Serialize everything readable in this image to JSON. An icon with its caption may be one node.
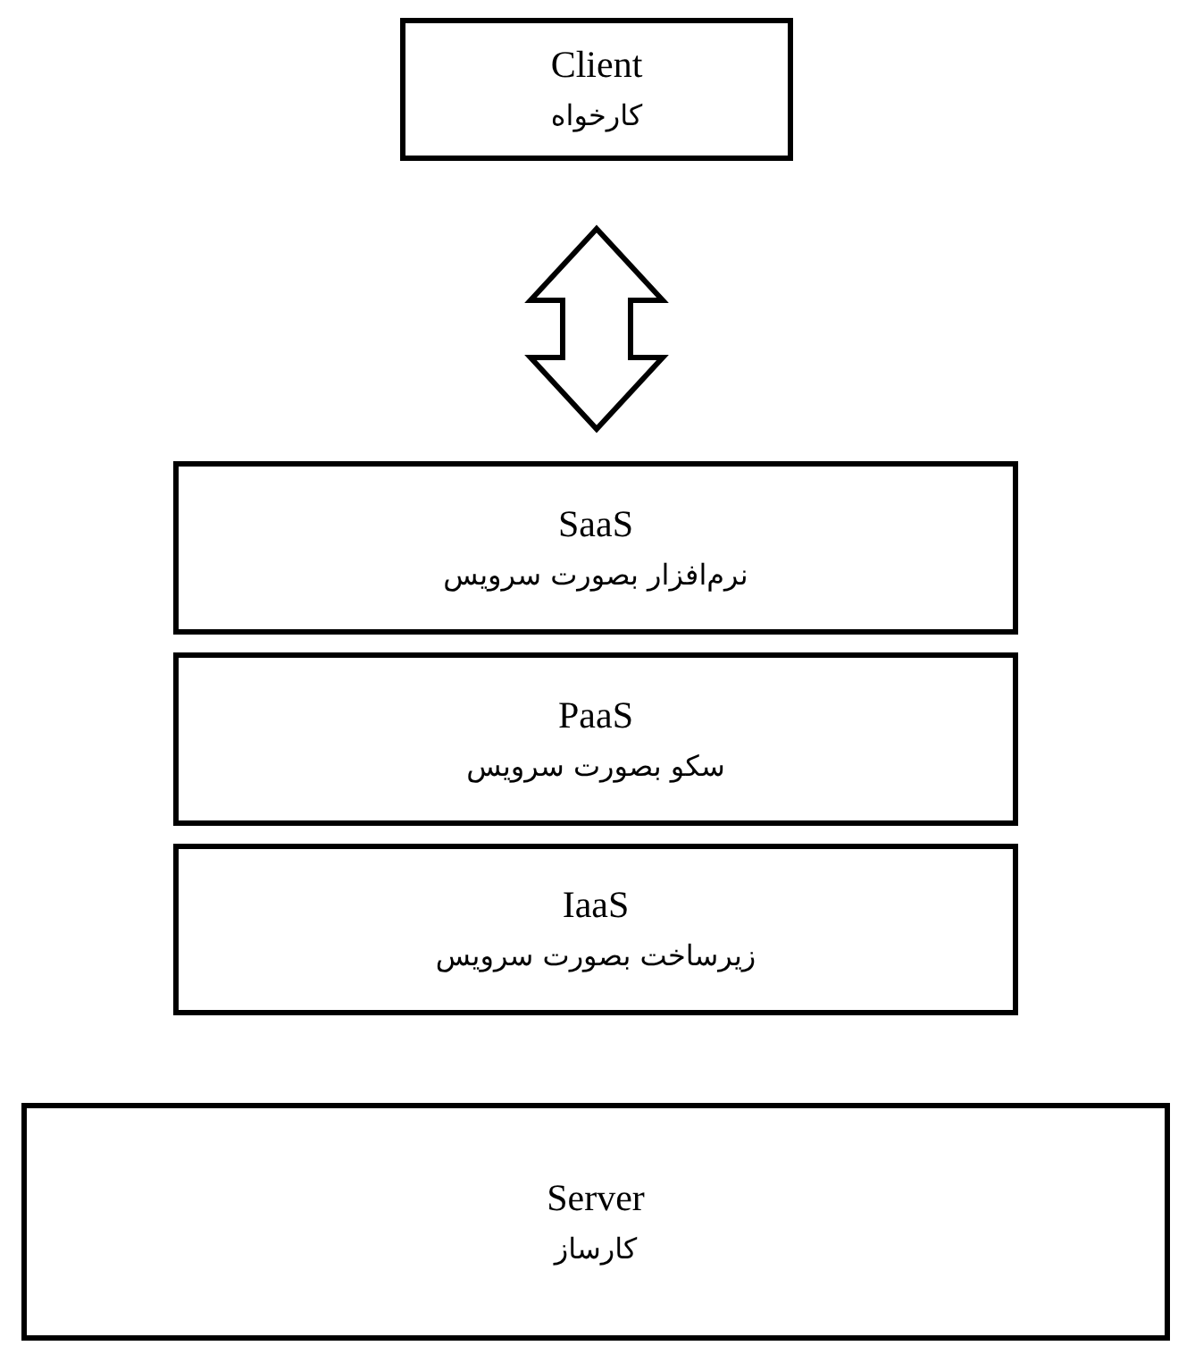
{
  "diagram": {
    "nodes": [
      {
        "text": [
          "Client",
          "کارخواه"
        ]
      },
      {
        "text": [
          "SaaS",
          "نرم‌افزار بصورت سرویس"
        ]
      },
      {
        "text": [
          "PaaS",
          "سکو بصورت سرویس"
        ]
      },
      {
        "text": [
          "IaaS",
          "زیرساخت بصورت سرویس"
        ]
      },
      {
        "text": [
          "Server",
          "کارساز"
        ]
      }
    ],
    "edges": [
      {
        "from": 0,
        "to": 1,
        "arrow": "both"
      }
    ]
  }
}
